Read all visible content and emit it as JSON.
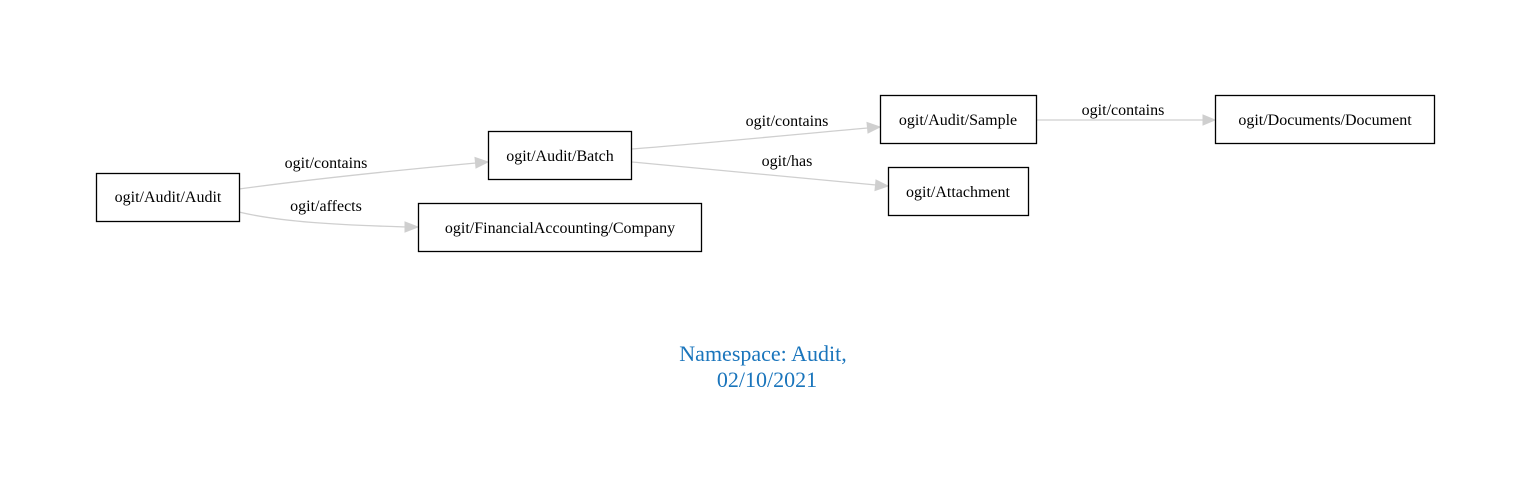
{
  "diagram": {
    "nodes": [
      {
        "id": "audit",
        "label": "ogit/Audit/Audit"
      },
      {
        "id": "batch",
        "label": "ogit/Audit/Batch"
      },
      {
        "id": "company",
        "label": "ogit/FinancialAccounting/Company"
      },
      {
        "id": "sample",
        "label": "ogit/Audit/Sample"
      },
      {
        "id": "attachment",
        "label": "ogit/Attachment"
      },
      {
        "id": "document",
        "label": "ogit/Documents/Document"
      }
    ],
    "edges": [
      {
        "from": "audit",
        "to": "batch",
        "label": "ogit/contains"
      },
      {
        "from": "audit",
        "to": "company",
        "label": "ogit/affects"
      },
      {
        "from": "batch",
        "to": "sample",
        "label": "ogit/contains"
      },
      {
        "from": "batch",
        "to": "attachment",
        "label": "ogit/has"
      },
      {
        "from": "sample",
        "to": "document",
        "label": "ogit/contains"
      }
    ],
    "caption": {
      "line1": "Namespace: Audit,",
      "line2": "02/10/2021"
    },
    "colors": {
      "edge": "#cfcfcf",
      "node_border": "#000000",
      "caption": "#1a75bc"
    }
  }
}
